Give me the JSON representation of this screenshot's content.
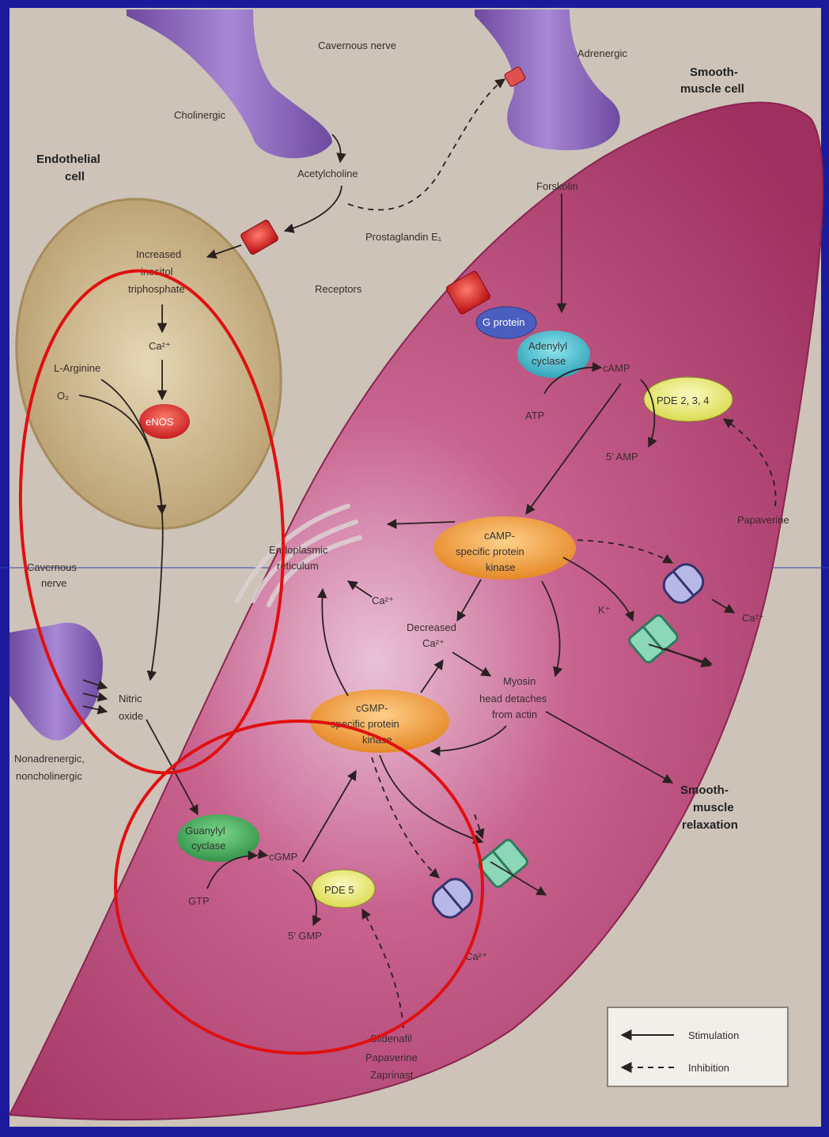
{
  "labels": {
    "cavernous_nerve_top": "Cavernous nerve",
    "adrenergic": "Adrenergic",
    "smooth_muscle_cell_1": "Smooth-",
    "smooth_muscle_cell_2": "muscle cell",
    "cholinergic": "Cholinergic",
    "endothelial_cell_1": "Endothelial",
    "endothelial_cell_2": "cell",
    "acetylcholine": "Acetylcholine",
    "forskolin": "Forskolin",
    "prostaglandin": "Prostaglandin E₁",
    "increased_1": "Increased",
    "increased_2": "inositol",
    "increased_3": "triphosphate",
    "receptors": "Receptors",
    "g_protein": "G protein",
    "adenylyl_1": "Adenylyl",
    "adenylyl_2": "cyclase",
    "camp": "cAMP",
    "ca_endo": "Ca²⁺",
    "l_arginine": "L-Arginine",
    "o2": "O₂",
    "enos": "eNOS",
    "atp": "ATP",
    "pde234": "PDE 2, 3, 4",
    "five_amp": "5’ AMP",
    "papaverine_top": "Papaverine",
    "camp_kinase_1": "cAMP-",
    "camp_kinase_2": "specific protein",
    "camp_kinase_3": "kinase",
    "er_1": "Endoplasmic",
    "er_2": "reticulum",
    "cavernous_nerve_left_1": "Cavernous",
    "cavernous_nerve_left_2": "nerve",
    "ca_er": "Ca²⁺",
    "ca_right": "Ca²⁺",
    "k_plus": "K⁺",
    "decreased_1": "Decreased",
    "decreased_2": "Ca²⁺",
    "myosin_1": "Myosin",
    "myosin_2": "head detaches",
    "myosin_3": "from actin",
    "nitric_1": "Nitric",
    "nitric_2": "oxide",
    "cgmp_kinase_1": "cGMP-",
    "cgmp_kinase_2": "specific protein",
    "cgmp_kinase_3": "kinase",
    "nanc_1": "Nonadrenergic,",
    "nanc_2": "noncholinergic",
    "smr_1": "Smooth-",
    "smr_2": "muscle",
    "smr_3": "relaxation",
    "guanylyl_1": "Guanylyl",
    "guanylyl_2": "cyclase",
    "cgmp": "cGMP",
    "gtp": "GTP",
    "pde5": "PDE 5",
    "five_gmp": "5’ GMP",
    "ca_bottom": "Ca²⁺",
    "sildenafil": "Sildenafil",
    "papaverine_bottom": "Papaverine",
    "zaprinast": "Zaprinast"
  },
  "legend": {
    "stimulation": "Stimulation",
    "inhibition": "Inhibition"
  },
  "colors": {
    "background_frame": "#1a1a9a",
    "paper": "#cfc6bb",
    "smooth_muscle": "#b23a6a",
    "endothelial": "#c9b48a",
    "nerve": "#8a64b8",
    "highlight_circle": "#e01010"
  }
}
